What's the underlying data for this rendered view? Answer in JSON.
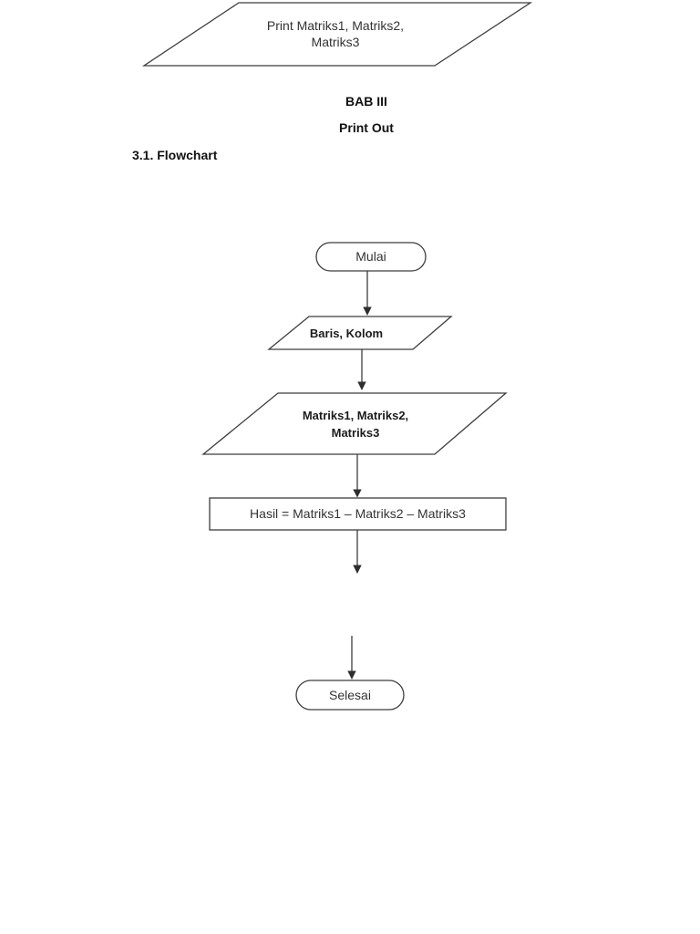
{
  "document": {
    "chapter_title": "BAB III",
    "subtitle": "Print Out",
    "section_heading": "3.1. Flowchart"
  },
  "flowchart": {
    "nodes": {
      "print_output": {
        "type": "input-output",
        "label": "Print Matriks1, Matriks2,\nMatriks3"
      },
      "mulai": {
        "type": "terminator",
        "label": "Mulai"
      },
      "baris_kolom": {
        "type": "input-output",
        "label": "Baris, Kolom"
      },
      "matriks": {
        "type": "input-output",
        "label": "Matriks1, Matriks2,\nMatriks3"
      },
      "hasil": {
        "type": "process",
        "label": "Hasil = Matriks1 – Matriks2 – Matriks3"
      },
      "selesai": {
        "type": "terminator",
        "label": "Selesai"
      }
    },
    "edges": [
      {
        "from": "mulai",
        "to": "baris_kolom"
      },
      {
        "from": "baris_kolom",
        "to": "matriks"
      },
      {
        "from": "matriks",
        "to": "hasil"
      },
      {
        "from": "hasil",
        "to": "selesai"
      }
    ]
  },
  "colors": {
    "background": "#ffffff",
    "shape_stroke": "#3d3d3d",
    "label_text": "#333333",
    "heading_text": "#111111"
  }
}
